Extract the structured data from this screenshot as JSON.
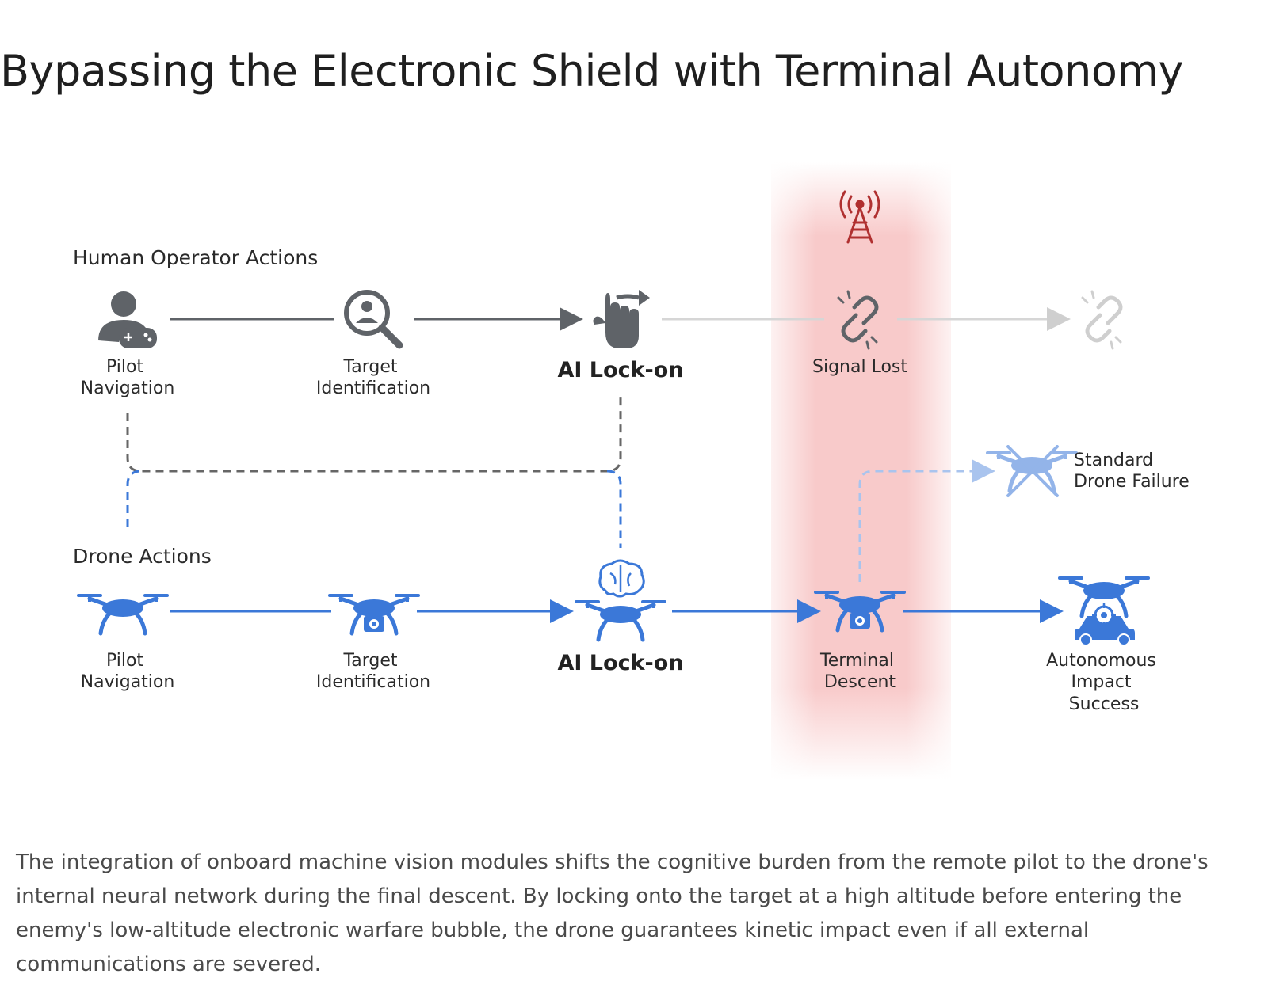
{
  "title": "Bypassing the Electronic Shield with Terminal Autonomy",
  "diagram": {
    "human_row_heading": "Human Operator Actions",
    "drone_row_heading": "Drone Actions",
    "human_steps": [
      {
        "line1": "Pilot",
        "line2": "Navigation",
        "icon": "pilot-gamepad-icon"
      },
      {
        "line1": "Target",
        "line2": "Identification",
        "icon": "magnifier-person-icon"
      },
      {
        "label": "AI Lock-on",
        "icon": "hand-pointer-icon"
      },
      {
        "label": "Signal Lost",
        "icon": "broken-link-icon"
      }
    ],
    "drone_steps": [
      {
        "line1": "Pilot",
        "line2": "Navigation",
        "icon": "drone-icon"
      },
      {
        "line1": "Target",
        "line2": "Identification",
        "icon": "drone-camera-icon"
      },
      {
        "label": "AI Lock-on",
        "icon": "drone-brain-icon"
      },
      {
        "line1": "Terminal",
        "line2": "Descent",
        "icon": "drone-camera-icon"
      },
      {
        "line1": "Autonomous",
        "line2": "Impact",
        "line3": "Success",
        "icon": "drone-target-vehicle-icon"
      }
    ],
    "failure_branch": {
      "line1": "Standard",
      "line2": "Drone Failure",
      "icon": "crossed-drone-icon"
    },
    "jamming_zone_icon": "radio-tower-icon",
    "colors": {
      "human_gray": "#5f6368",
      "drone_blue": "#3b78d8",
      "jam_red": "#f4b4b4",
      "tower_red": "#b03030"
    }
  },
  "description": "The integration of onboard machine vision modules shifts the cognitive burden from the remote pilot to the drone's internal neural network during the final descent. By locking onto the target at a high altitude before entering the enemy's low-altitude electronic warfare bubble, the drone guarantees kinetic impact even if all external communications are severed."
}
